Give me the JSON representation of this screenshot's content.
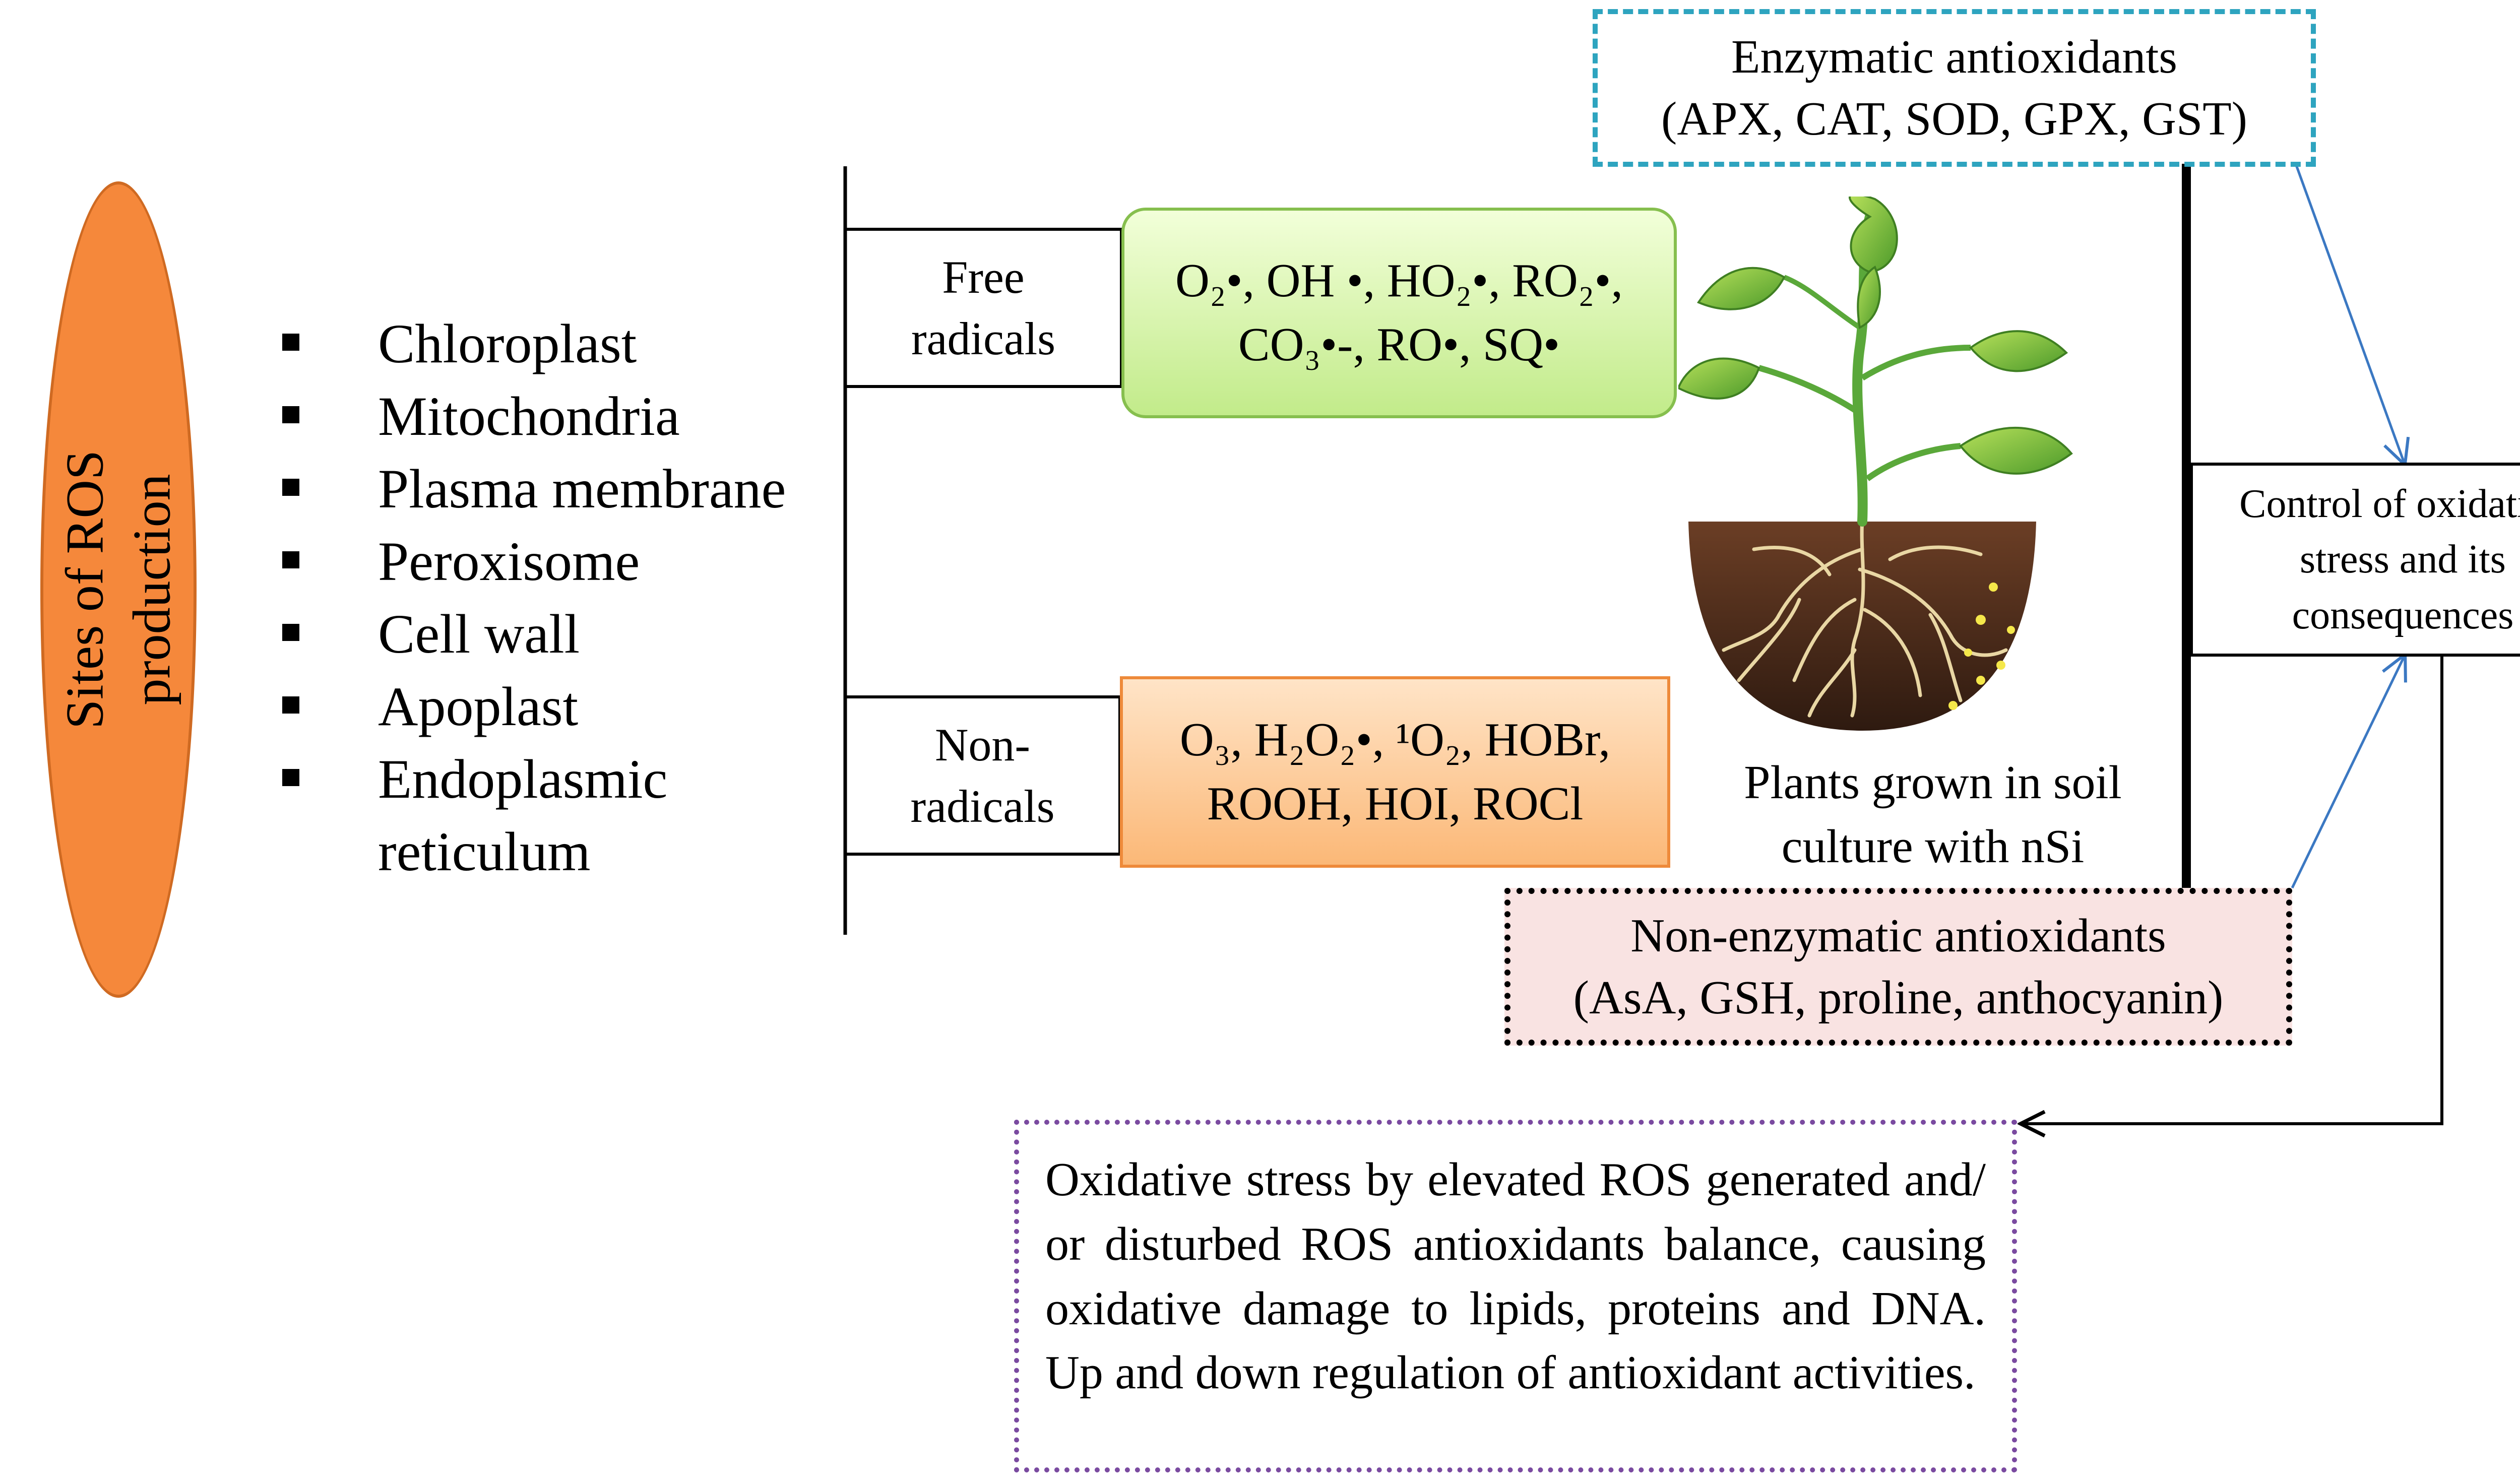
{
  "sites": {
    "title_line1": "Sites of ROS",
    "title_line2": "production",
    "items": [
      "Chloroplast",
      "Mitochondria",
      "Plasma membrane",
      "Peroxisome",
      "Cell wall",
      "Apoplast",
      "Endoplasmic",
      "reticulum"
    ]
  },
  "free_radicals": {
    "label_line1": "Free",
    "label_line2": "radicals",
    "species_line1": "O₂•, OH •, HO₂•, RO₂•,",
    "species_line2": "CO₃•-, RO•, SQ•"
  },
  "non_radicals": {
    "label_line1": "Non-",
    "label_line2": "radicals",
    "species_line1": "O₃, H₂O₂•, ¹O₂, HOBr,",
    "species_line2": "ROOH, HOI, ROCl"
  },
  "plant": {
    "caption_line1": "Plants grown in soil",
    "caption_line2": "culture with nSi"
  },
  "enzymatic": {
    "line1": "Enzymatic antioxidants",
    "line2": "(APX, CAT, SOD, GPX, GST)"
  },
  "non_enzymatic": {
    "line1": "Non-enzymatic antioxidants",
    "line2": "(AsA, GSH, proline, anthocyanin)"
  },
  "control": {
    "line1": "Control of oxidative",
    "line2": "stress and its",
    "line3": "consequences"
  },
  "oxidative_stress": {
    "text": "Oxidative stress by elevated ROS generated and/ or disturbed ROS antioxidants balance, causing oxidative damage to lipids, proteins and DNA. Up and down regulation of antioxidant activities."
  },
  "colors": {
    "ellipse": "#f5883b",
    "free_box": "#c2eb8a",
    "non_box": "#fbb877",
    "enzymatic_border": "#2ea4bf",
    "non_enzymatic_fill": "#f9e3e2",
    "oxidative_border": "#7a4aa0",
    "arrow_blue": "#3b78c2"
  }
}
